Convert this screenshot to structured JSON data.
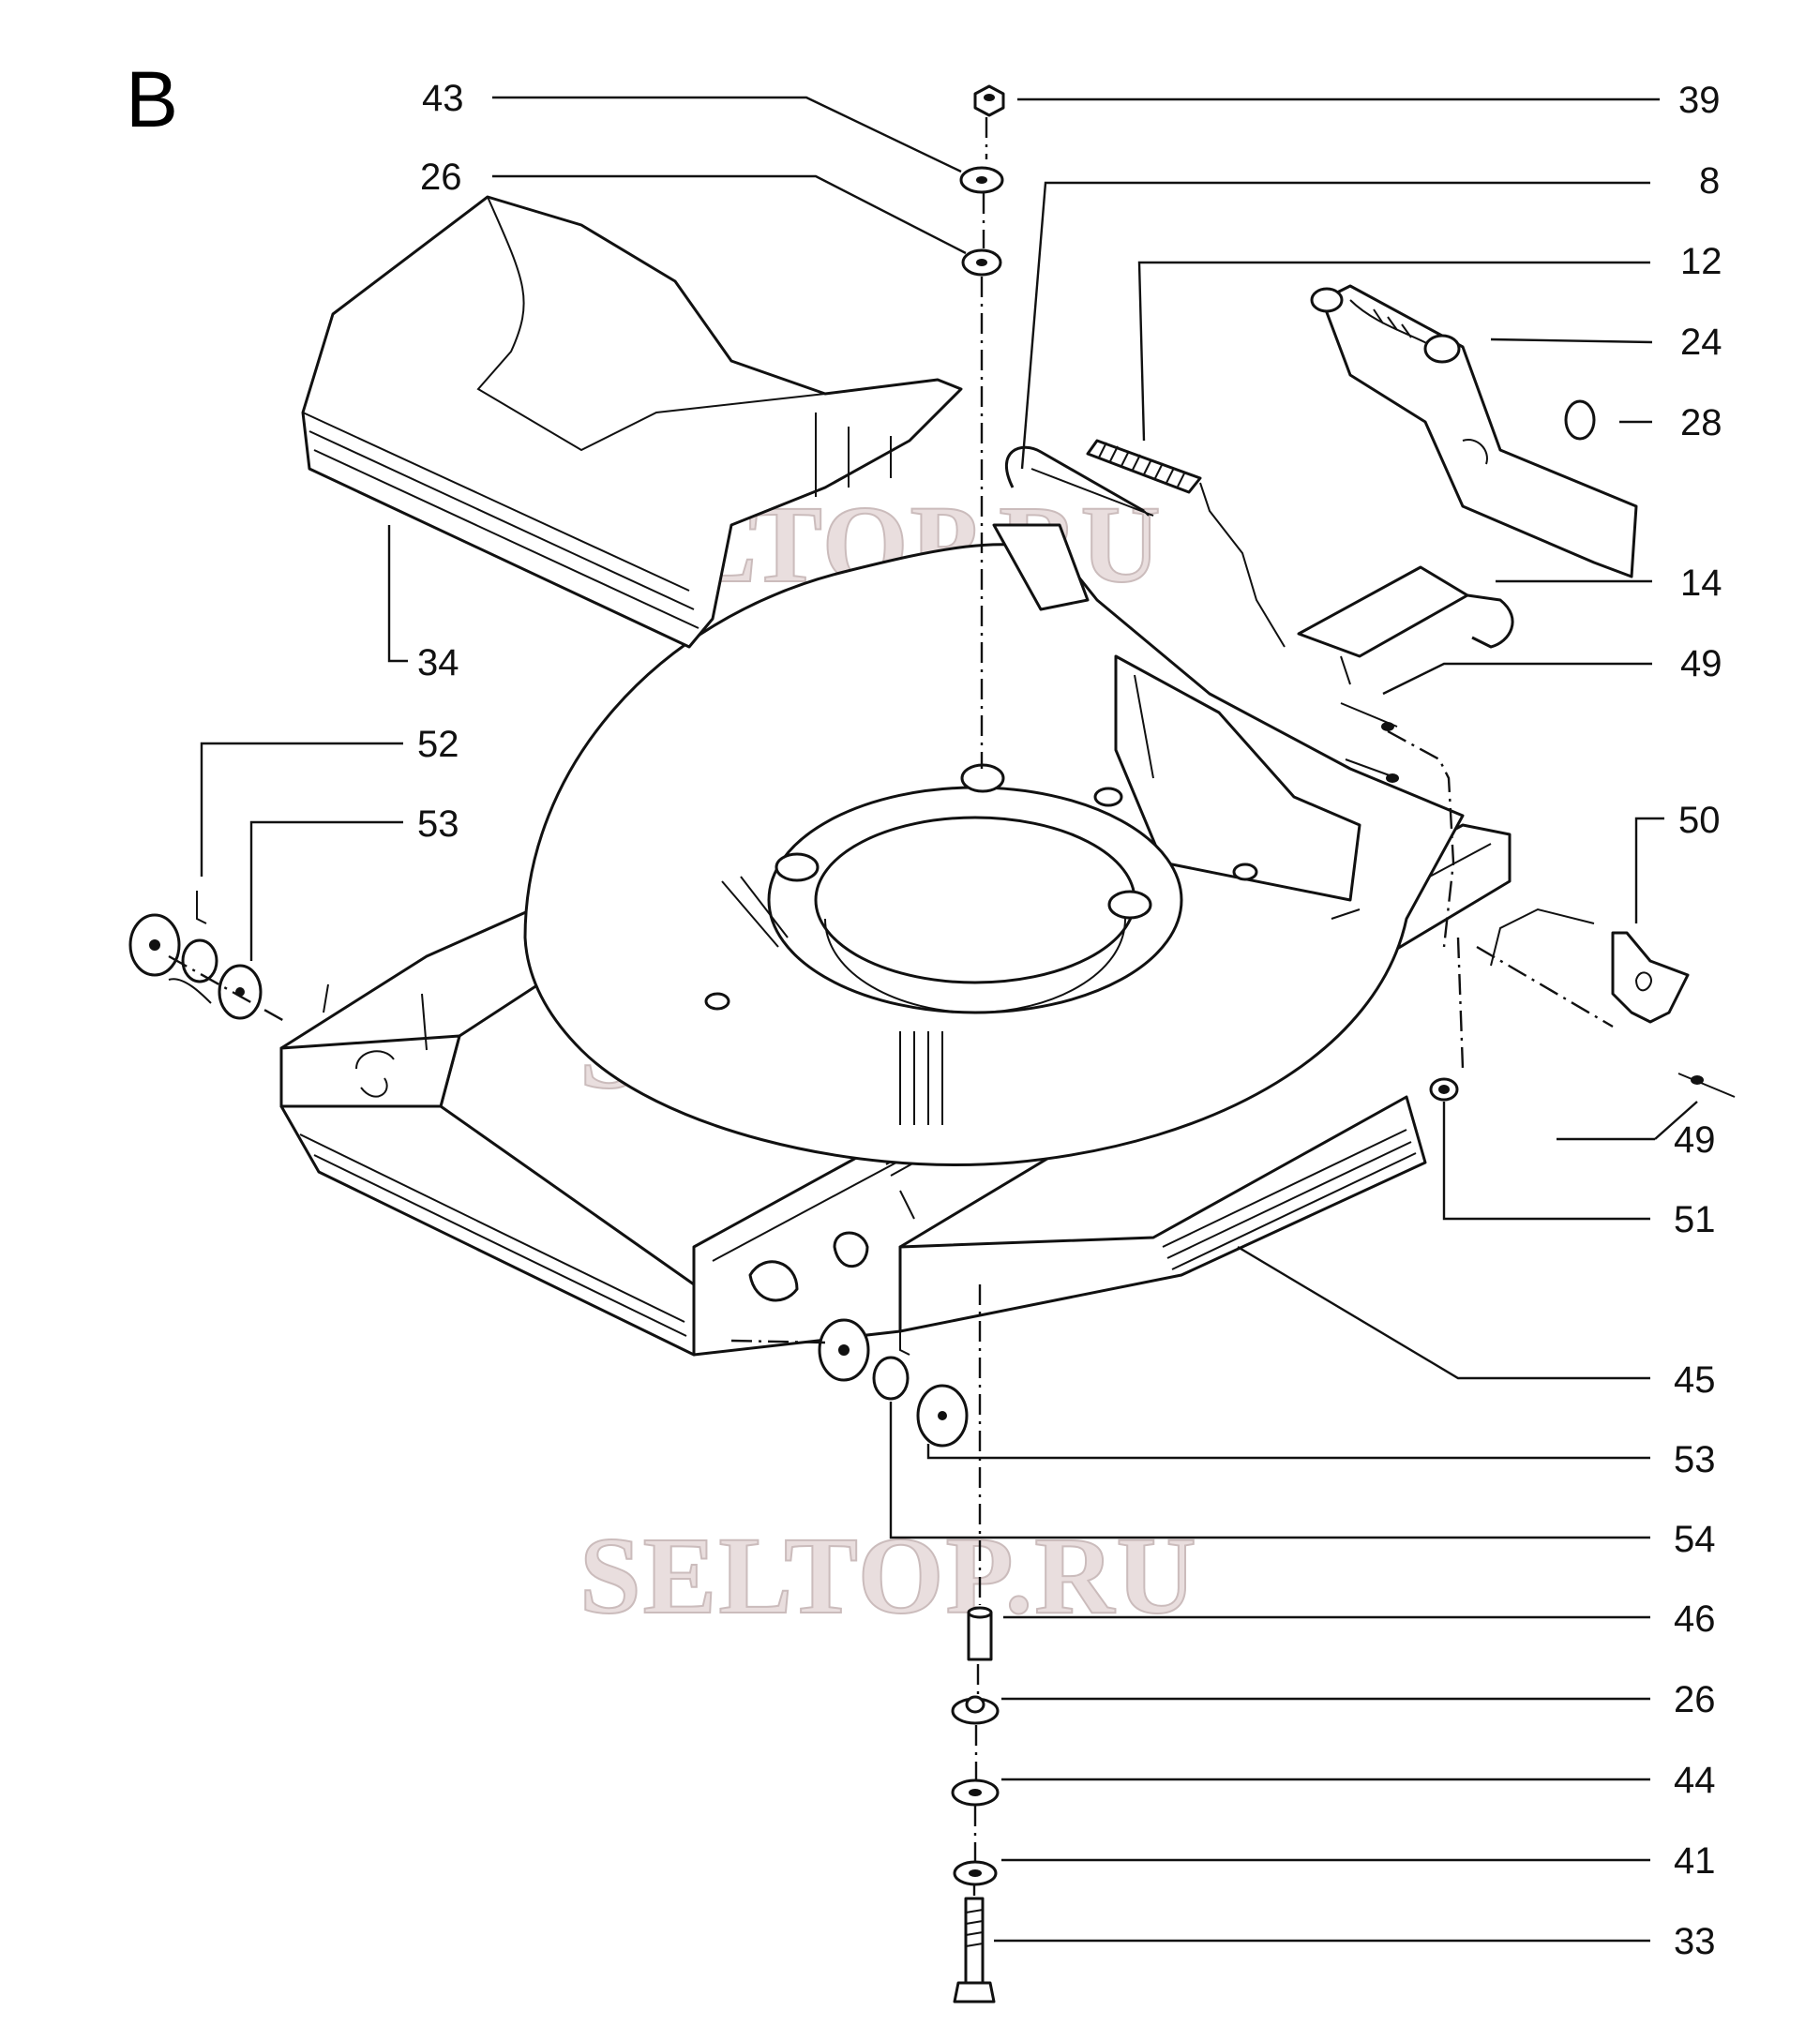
{
  "section_letter": "B",
  "watermark": "SELTOP.RU",
  "callouts": [
    {
      "id": "c43",
      "label": "43"
    },
    {
      "id": "c26a",
      "label": "26"
    },
    {
      "id": "c39",
      "label": "39"
    },
    {
      "id": "c8",
      "label": "8"
    },
    {
      "id": "c12",
      "label": "12"
    },
    {
      "id": "c24",
      "label": "24"
    },
    {
      "id": "c28",
      "label": "28"
    },
    {
      "id": "c14",
      "label": "14"
    },
    {
      "id": "c49a",
      "label": "49"
    },
    {
      "id": "c34",
      "label": "34"
    },
    {
      "id": "c52",
      "label": "52"
    },
    {
      "id": "c53a",
      "label": "53"
    },
    {
      "id": "c50",
      "label": "50"
    },
    {
      "id": "c49b",
      "label": "49"
    },
    {
      "id": "c51",
      "label": "51"
    },
    {
      "id": "c45",
      "label": "45"
    },
    {
      "id": "c53b",
      "label": "53"
    },
    {
      "id": "c54",
      "label": "54"
    },
    {
      "id": "c46",
      "label": "46"
    },
    {
      "id": "c26b",
      "label": "26"
    },
    {
      "id": "c44",
      "label": "44"
    },
    {
      "id": "c41",
      "label": "41"
    },
    {
      "id": "c33",
      "label": "33"
    }
  ]
}
